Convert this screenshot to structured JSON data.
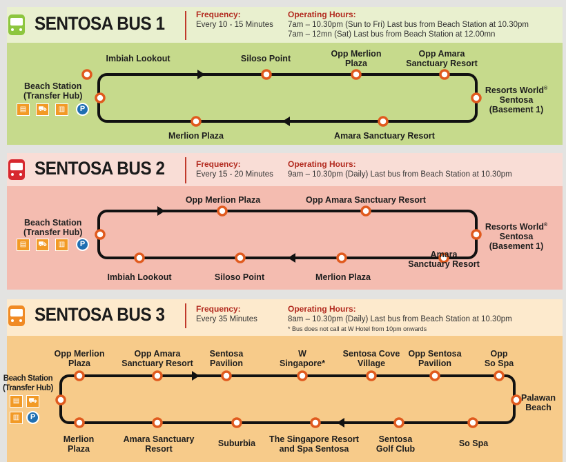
{
  "common": {
    "frequency_label": "Frequency:",
    "hours_label": "Operating Hours:",
    "hub": [
      "Beach Station",
      "(Transfer Hub)"
    ],
    "hub_icons": [
      "tram-icon",
      "taxi-icon",
      "bus-icon",
      "parking-icon"
    ],
    "parking": "P"
  },
  "bus1": {
    "title": "SENTOSA BUS 1",
    "color": "#8dc63f",
    "frequency": "Every 10 - 15 Minutes",
    "hours": [
      "7am – 10.30pm (Sun to Fri) Last bus from Beach Station at 10.30pm",
      "7am – 12mn (Sat) Last bus from Beach Station at 12.00mn"
    ],
    "stops": [
      "Imbiah Lookout",
      "Siloso Point",
      "Opp Merlion|Plaza",
      "Opp Amara|Sanctuary Resort",
      "Resorts World®|Sentosa|(Basement 1)",
      "Amara Sanctuary Resort",
      "Merlion Plaza"
    ]
  },
  "bus2": {
    "title": "SENTOSA BUS 2",
    "color": "#d7282f",
    "frequency": "Every 15 - 20 Minutes",
    "hours": [
      "9am – 10.30pm (Daily) Last bus from Beach Station at 10.30pm"
    ],
    "stops": [
      "Opp Merlion Plaza",
      "Opp Amara Sanctuary Resort",
      "Resorts World®|Sentosa|(Basement 1)",
      "Amara|Sanctuary Resort",
      "Merlion Plaza",
      "Siloso Point",
      "Imbiah Lookout"
    ]
  },
  "bus3": {
    "title": "SENTOSA BUS 3",
    "color": "#f08a24",
    "frequency": "Every 35 Minutes",
    "hours": [
      "8am – 10.30pm (Daily) Last bus from Beach Station at 10.30pm"
    ],
    "note": "* Bus does not call at W Hotel from 10pm onwards",
    "stops": [
      "Opp Merlion|Plaza",
      "Opp Amara|Sanctuary Resort",
      "Sentosa|Pavilion",
      "W|Singapore*",
      "Sentosa Cove|Village",
      "Opp Sentosa|Pavilion",
      "Opp|So Spa",
      "Palawan|Beach",
      "So Spa",
      "Sentosa|Golf Club",
      "The Singapore Resort|and Spa Sentosa",
      "Suburbia",
      "Amara Sanctuary|Resort",
      "Merlion|Plaza"
    ]
  }
}
